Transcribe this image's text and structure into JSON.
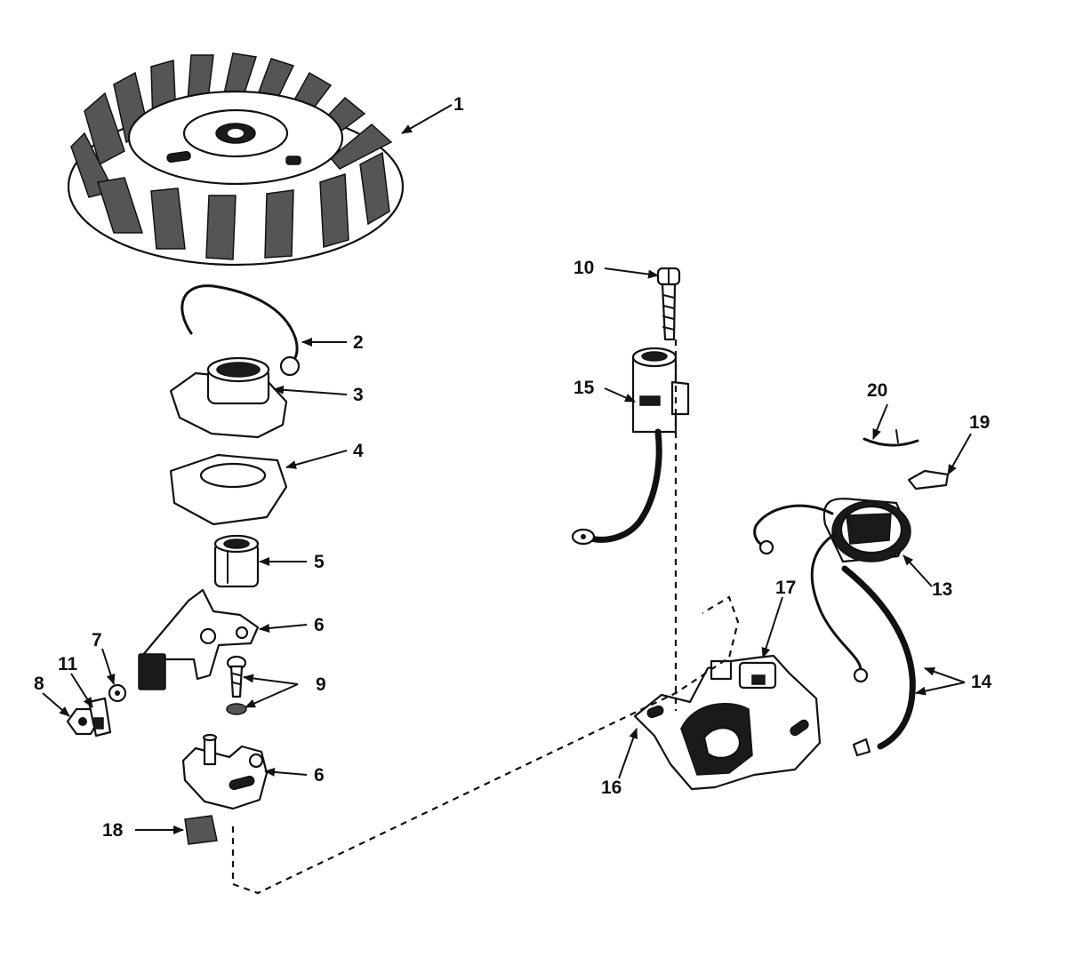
{
  "callouts": {
    "c1": "1",
    "c2": "2",
    "c3": "3",
    "c4": "4",
    "c5": "5",
    "c6a": "6",
    "c6b": "6",
    "c7": "7",
    "c8": "8",
    "c9": "9",
    "c10": "10",
    "c11": "11",
    "c13": "13",
    "c14": "14",
    "c15": "15",
    "c16": "16",
    "c17": "17",
    "c18": "18",
    "c19": "19",
    "c20": "20"
  },
  "colors": {
    "ink": "#111111",
    "paper": "#ffffff"
  }
}
